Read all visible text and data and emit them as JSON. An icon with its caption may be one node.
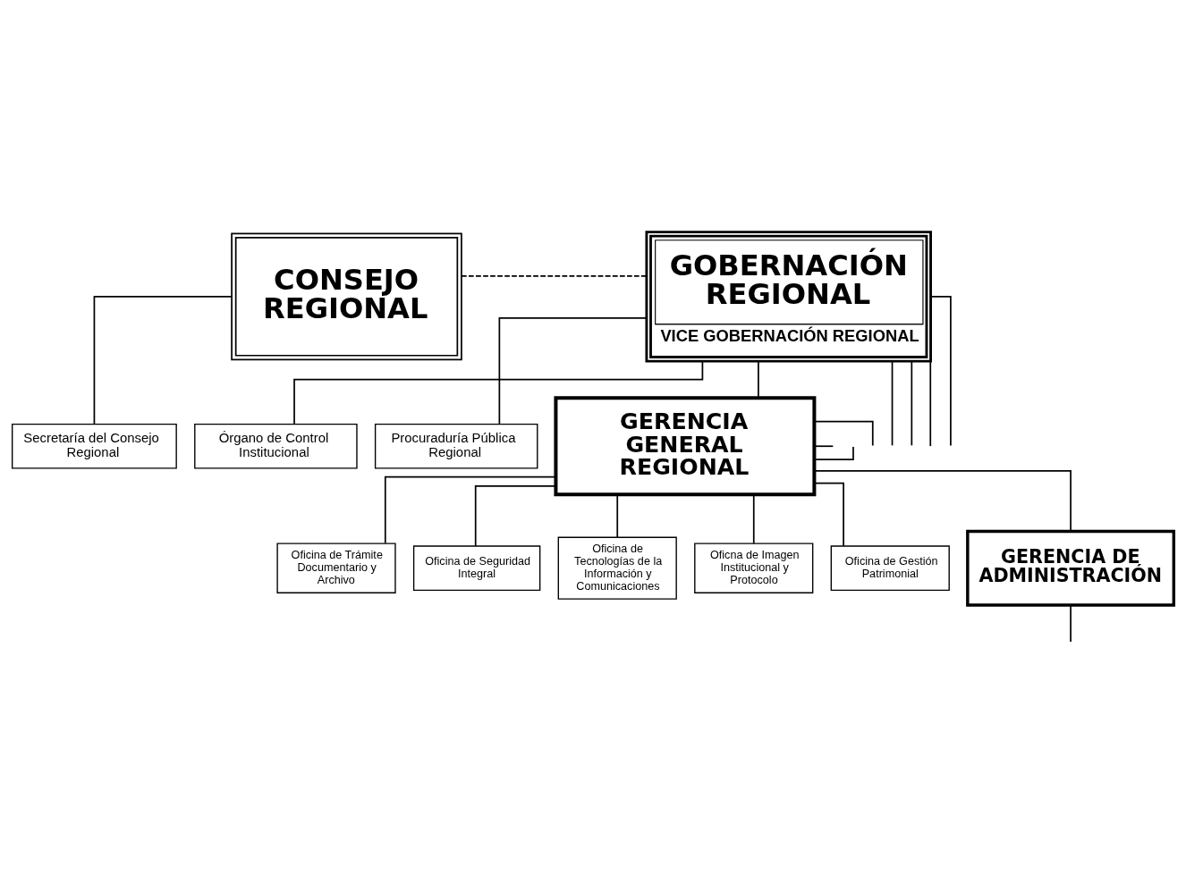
{
  "diagram": {
    "nodes": [
      {
        "text": [
          "CONSEJO REGIONAL"
        ]
      },
      {
        "text": [
          "GOBERNACIÓN REGIONAL",
          "VICE GOBERNACIÓN REGIONAL"
        ]
      },
      {
        "text": [
          "Órgano de Control Institucional"
        ]
      },
      {
        "text": [
          "Procuraduría Pública Regional"
        ]
      },
      {
        "text": [
          "Secretaría del Consejo Regional"
        ]
      },
      {
        "text": [
          "GERENCIA GENERAL REGIONAL"
        ]
      },
      {
        "text": [
          "Oficina de Trámite Documentario y Archivo"
        ]
      },
      {
        "text": [
          "Oficina de Seguridad Integral"
        ]
      },
      {
        "text": [
          "Oficina de Tecnologías de la Información y Comunicaciones"
        ]
      },
      {
        "text": [
          "Oficna de Imagen Institucional y Protocolo"
        ]
      },
      {
        "text": [
          "Oficina de Gestión Patrimonial"
        ]
      },
      {
        "text": [
          "GERENCIA DE ADMINISTRACIÓN"
        ]
      }
    ],
    "edges": [
      {
        "from": 0,
        "to": 1,
        "arrow": "none",
        "style": "dashed"
      },
      {
        "from": 1,
        "to": 2,
        "arrow": "none"
      },
      {
        "from": 1,
        "to": 3,
        "arrow": "none"
      },
      {
        "from": 0,
        "to": 4,
        "arrow": "none"
      },
      {
        "from": 1,
        "to": null,
        "arrow": "none"
      },
      {
        "from": 1,
        "to": null,
        "arrow": "none"
      },
      {
        "from": 1,
        "to": null,
        "arrow": "none"
      },
      {
        "from": 1,
        "to": null,
        "arrow": "none"
      },
      {
        "from": 1,
        "to": 5,
        "arrow": "none"
      },
      {
        "from": 5,
        "to": 6,
        "arrow": "none"
      },
      {
        "from": 5,
        "to": 7,
        "arrow": "none"
      },
      {
        "from": 5,
        "to": 8,
        "arrow": "none"
      },
      {
        "from": 5,
        "to": 9,
        "arrow": "none"
      },
      {
        "from": 5,
        "to": 10,
        "arrow": "none"
      },
      {
        "from": 5,
        "to": null,
        "arrow": "none"
      },
      {
        "from": 5,
        "to": 11,
        "arrow": "none"
      },
      {
        "from": 5,
        "to": null,
        "arrow": "none"
      },
      {
        "from": 5,
        "to": null,
        "arrow": "none"
      },
      {
        "from": 11,
        "to": null,
        "arrow": "none"
      }
    ]
  }
}
